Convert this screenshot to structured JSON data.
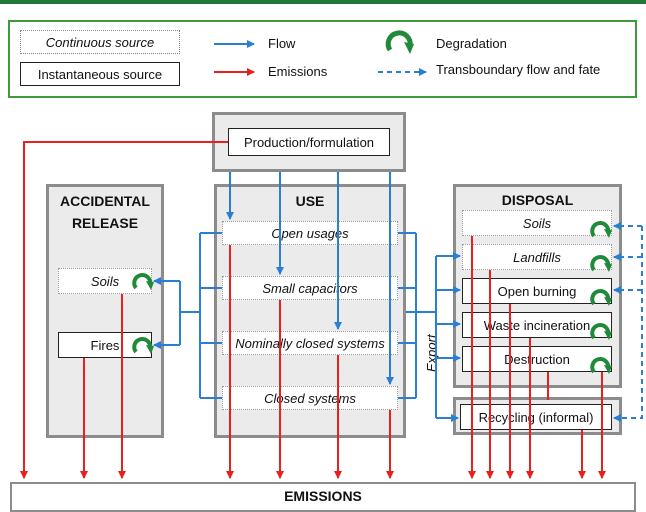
{
  "legend": {
    "continuous_source": "Continuous source",
    "instantaneous_source": "Instantaneous source",
    "flow": "Flow",
    "emissions": "Emissions",
    "degradation": "Degradation",
    "transboundary": "Transboundary flow and fate"
  },
  "production": "Production/formulation",
  "accidental": {
    "title_line1": "ACCIDENTAL",
    "title_line2": "RELEASE",
    "soils": "Soils",
    "fires": "Fires"
  },
  "use": {
    "title": "USE",
    "open_usages": "Open usages",
    "small_capacitors": "Small capacitors",
    "nominally_closed": "Nominally closed systems",
    "closed_systems": "Closed systems"
  },
  "disposal": {
    "title": "DISPOSAL",
    "soils": "Soils",
    "landfills": "Landfills",
    "open_burning": "Open burning",
    "waste_incineration": "Waste incineration",
    "destruction": "Destruction"
  },
  "export": "Export",
  "recycling": "Recycling (informal)",
  "emissions": "EMISSIONS",
  "colors": {
    "flow": "#2a7fd4",
    "emission": "#e8211f",
    "degradation": "#1f8a3a",
    "legend_border": "#3d9a3d"
  }
}
